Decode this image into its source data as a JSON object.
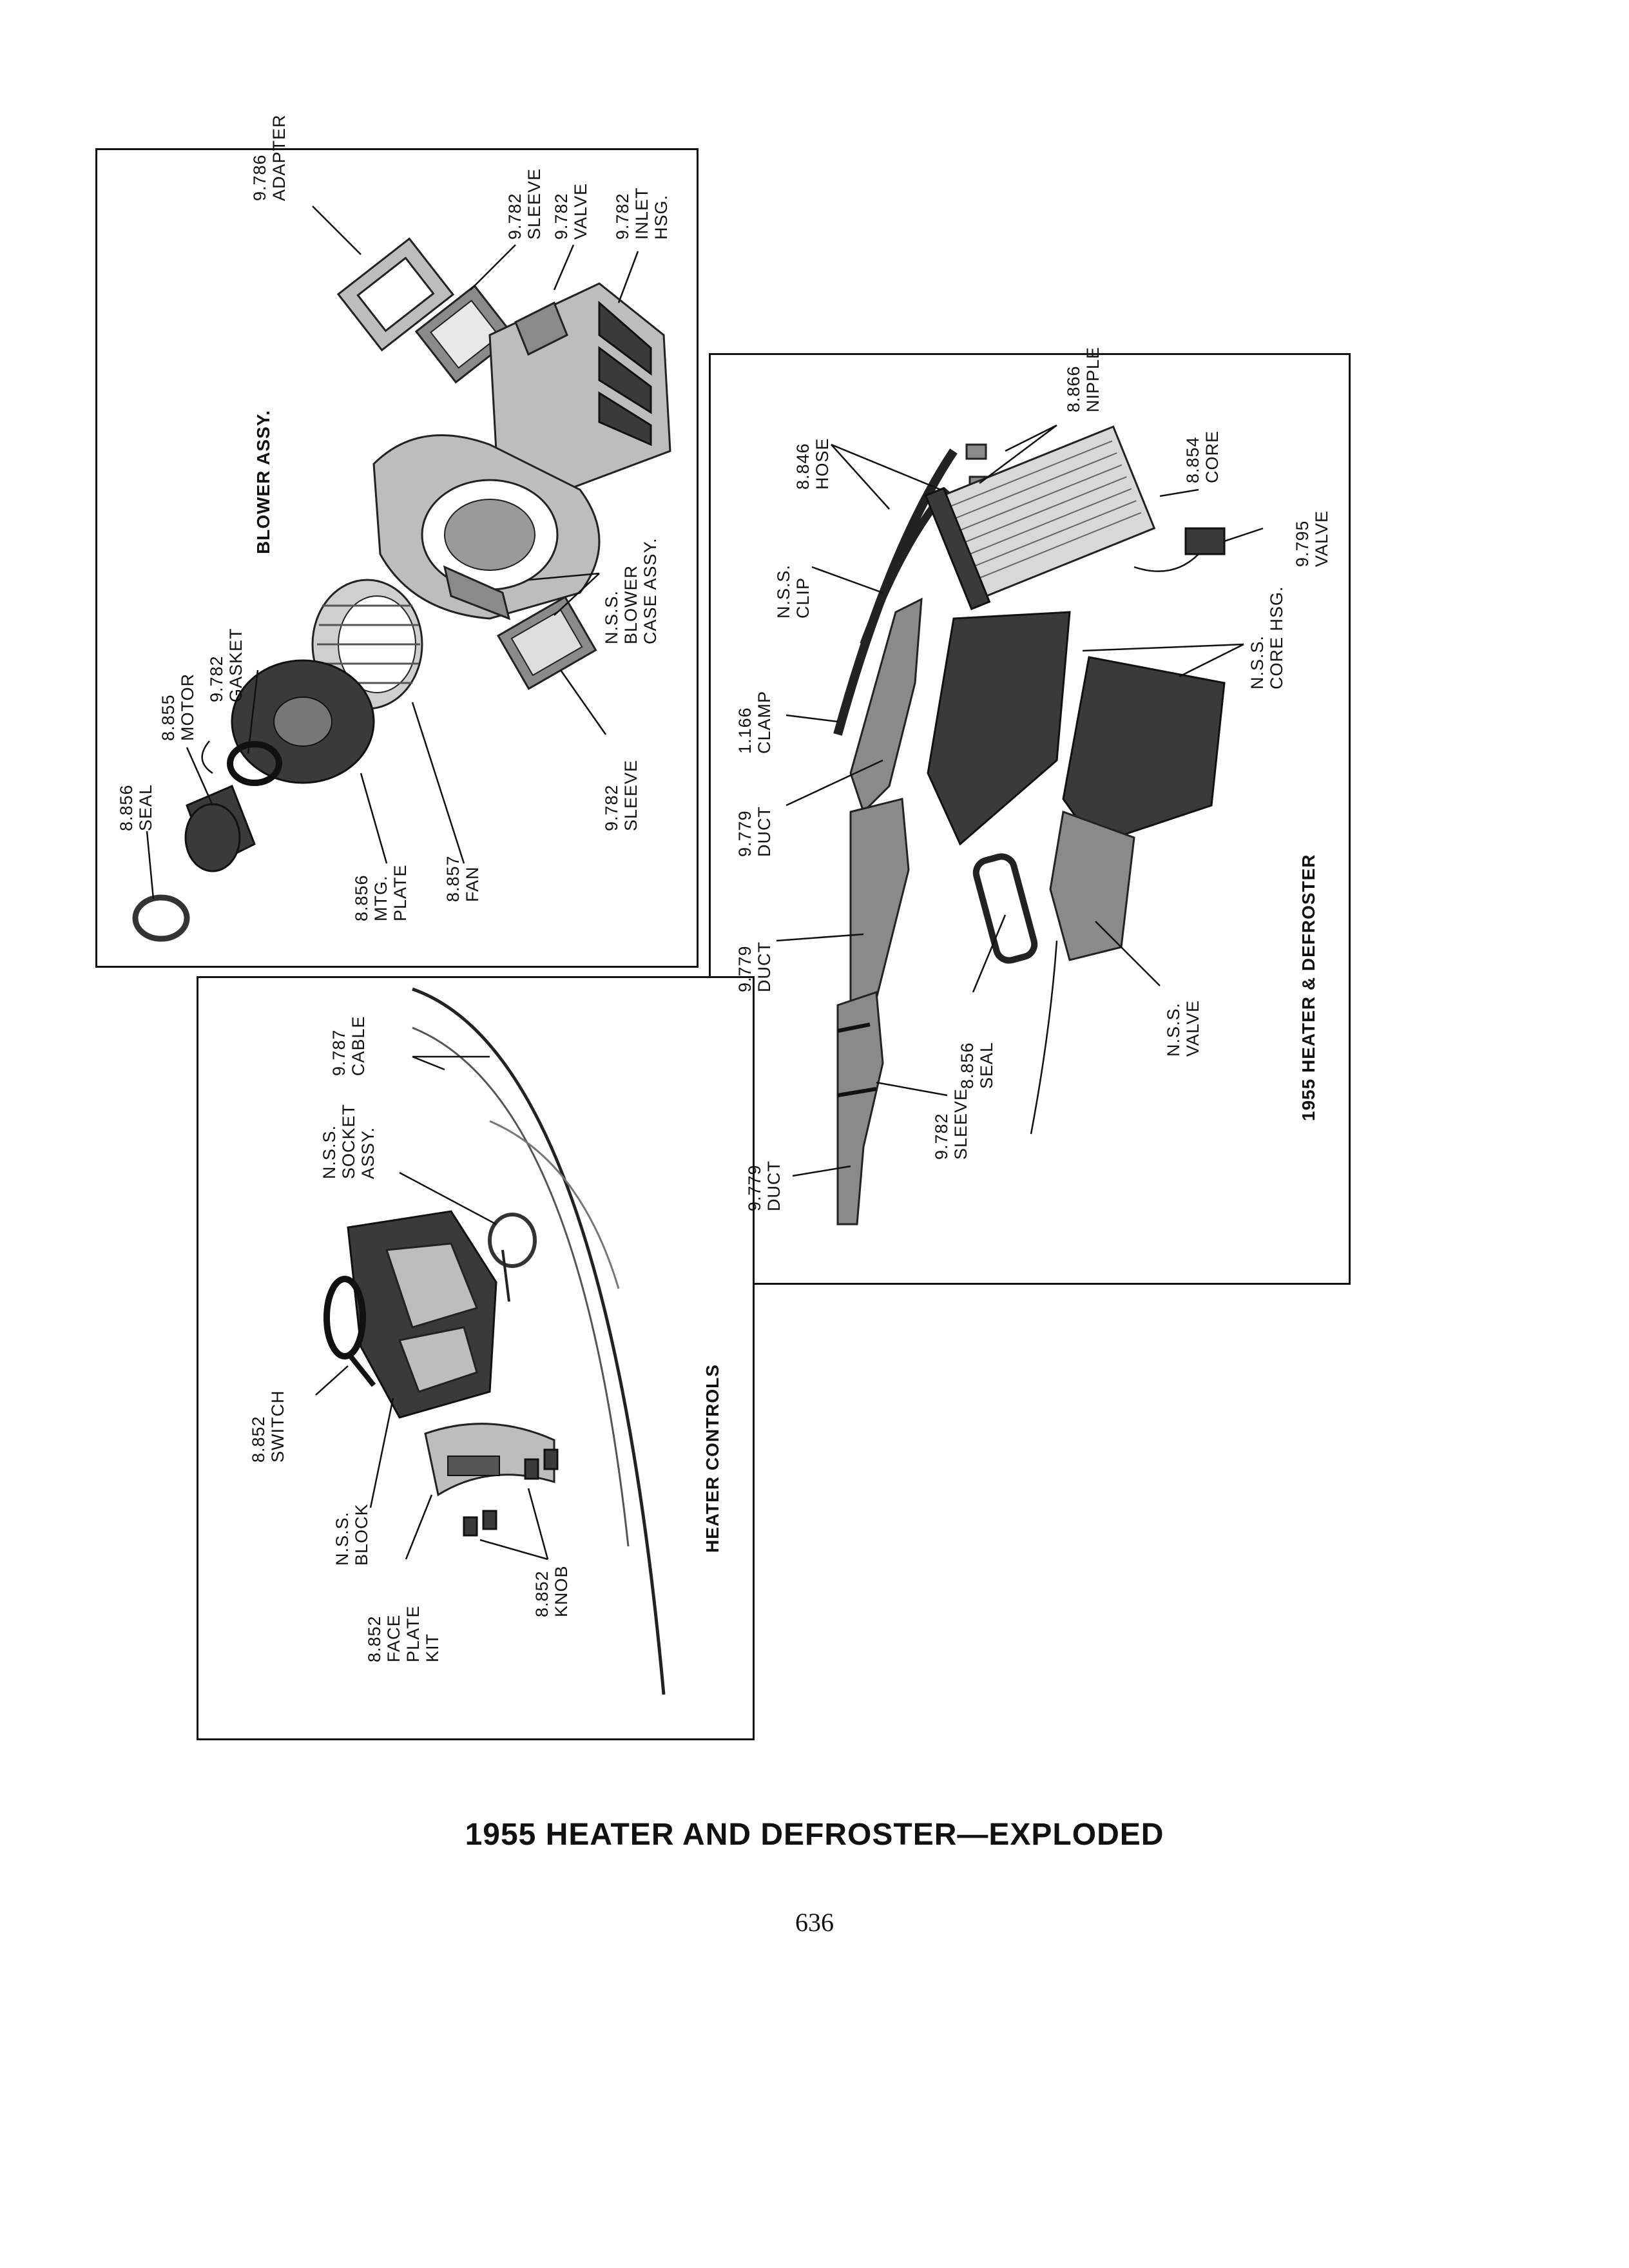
{
  "caption": "1955 HEATER AND DEFROSTER—EXPLODED",
  "page_number": "636",
  "blower": {
    "title": "BLOWER ASSY.",
    "labels": {
      "adapter": [
        "9.786",
        "ADAPTER"
      ],
      "sleeve_top": [
        "9.782",
        "SLEEVE"
      ],
      "valve": [
        "9.782",
        "VALVE"
      ],
      "inlet": [
        "9.782",
        "INLET",
        "HSG."
      ],
      "case": [
        "N.S.S.",
        "BLOWER",
        "CASE ASSY."
      ],
      "sleeve_bottom": [
        "9.782",
        "SLEEVE"
      ],
      "fan": [
        "8.857",
        "FAN"
      ],
      "plate": [
        "8.856",
        "MTG.",
        "PLATE"
      ],
      "gasket": [
        "9.782",
        "GASKET"
      ],
      "motor": [
        "8.855",
        "MOTOR"
      ],
      "seal": [
        "8.856",
        "SEAL"
      ]
    }
  },
  "heater": {
    "title": "1955 HEATER & DEFROSTER",
    "labels": {
      "nipple": [
        "8.866",
        "NIPPLE"
      ],
      "core": [
        "8.854",
        "CORE"
      ],
      "hose": [
        "8.846",
        "HOSE"
      ],
      "valve": [
        "9.795",
        "VALVE"
      ],
      "clip": [
        "N.S.S.",
        "CLIP"
      ],
      "core_hsg": [
        "N.S.S.",
        "CORE HSG."
      ],
      "clamp": [
        "1.166",
        "CLAMP"
      ],
      "duct1": [
        "9.779",
        "DUCT"
      ],
      "duct2": [
        "9.779",
        "DUCT"
      ],
      "seal": [
        "8.856",
        "SEAL"
      ],
      "nss_valve": [
        "N.S.S.",
        "VALVE"
      ],
      "sleeve": [
        "9.782",
        "SLEEVE"
      ],
      "duct3": [
        "9.779",
        "DUCT"
      ]
    }
  },
  "controls": {
    "title": "HEATER CONTROLS",
    "labels": {
      "cable": [
        "9.787",
        "CABLE"
      ],
      "socket": [
        "N.S.S.",
        "SOCKET",
        "ASSY."
      ],
      "switch": [
        "8.852",
        "SWITCH"
      ],
      "block": [
        "N.S.S.",
        "BLOCK"
      ],
      "face_plate": [
        "8.852",
        "FACE",
        "PLATE",
        "KIT"
      ],
      "knob": [
        "8.852",
        "KNOB"
      ]
    }
  }
}
